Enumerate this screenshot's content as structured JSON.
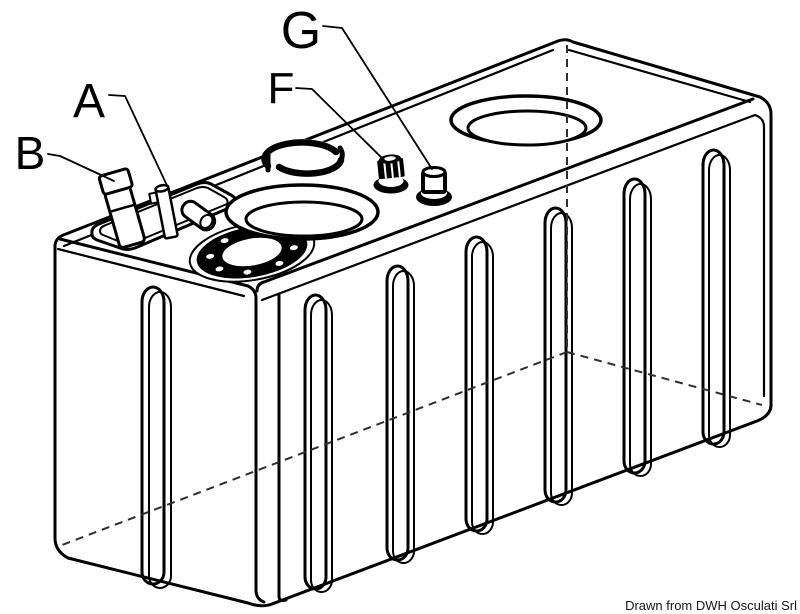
{
  "diagram": {
    "type": "technical-line-drawing",
    "subject": "rectangular tank isometric view with labeled fittings",
    "callouts": {
      "a": "A",
      "b": "B",
      "f": "F",
      "g": "G"
    },
    "credit": "Drawn from DWH Osculati Srl",
    "colors": {
      "line": "#000000",
      "background": "#ffffff",
      "hidden_line": "#2f2f2f",
      "credit_text": "#151515"
    }
  }
}
